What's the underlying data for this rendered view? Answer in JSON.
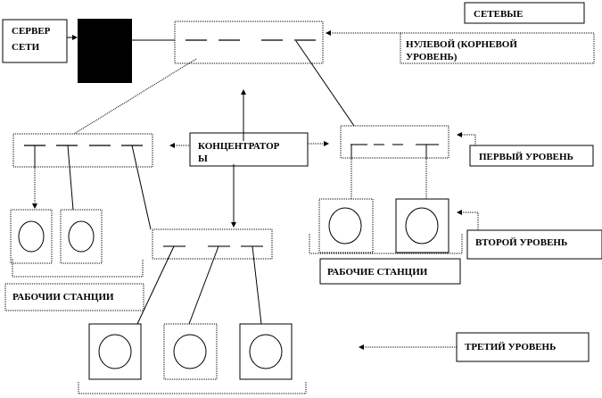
{
  "diagram": {
    "server": {
      "line1": "СЕРВЕР",
      "line2": "СЕТИ"
    },
    "concentrator": {
      "line1": "КОНЦЕНТРАТОР",
      "line2": "Ы"
    },
    "labels": {
      "network": "СЕТЕВЫЕ",
      "root_level_line1": "НУЛЕВОЙ  (КОРНЕВОЙ",
      "root_level_line2": "УРОВЕНЬ)",
      "first_level": "ПЕРВЫЙ  УРОВЕНЬ",
      "second_level": "ВТОРОЙ  УРОВЕНЬ",
      "third_level": "ТРЕТИЙ  УРОВЕНЬ",
      "workstations_left": "РАБОЧИИ  СТАНЦИИ",
      "workstations_right": "РАБОЧИЕ  СТАНЦИИ"
    }
  }
}
